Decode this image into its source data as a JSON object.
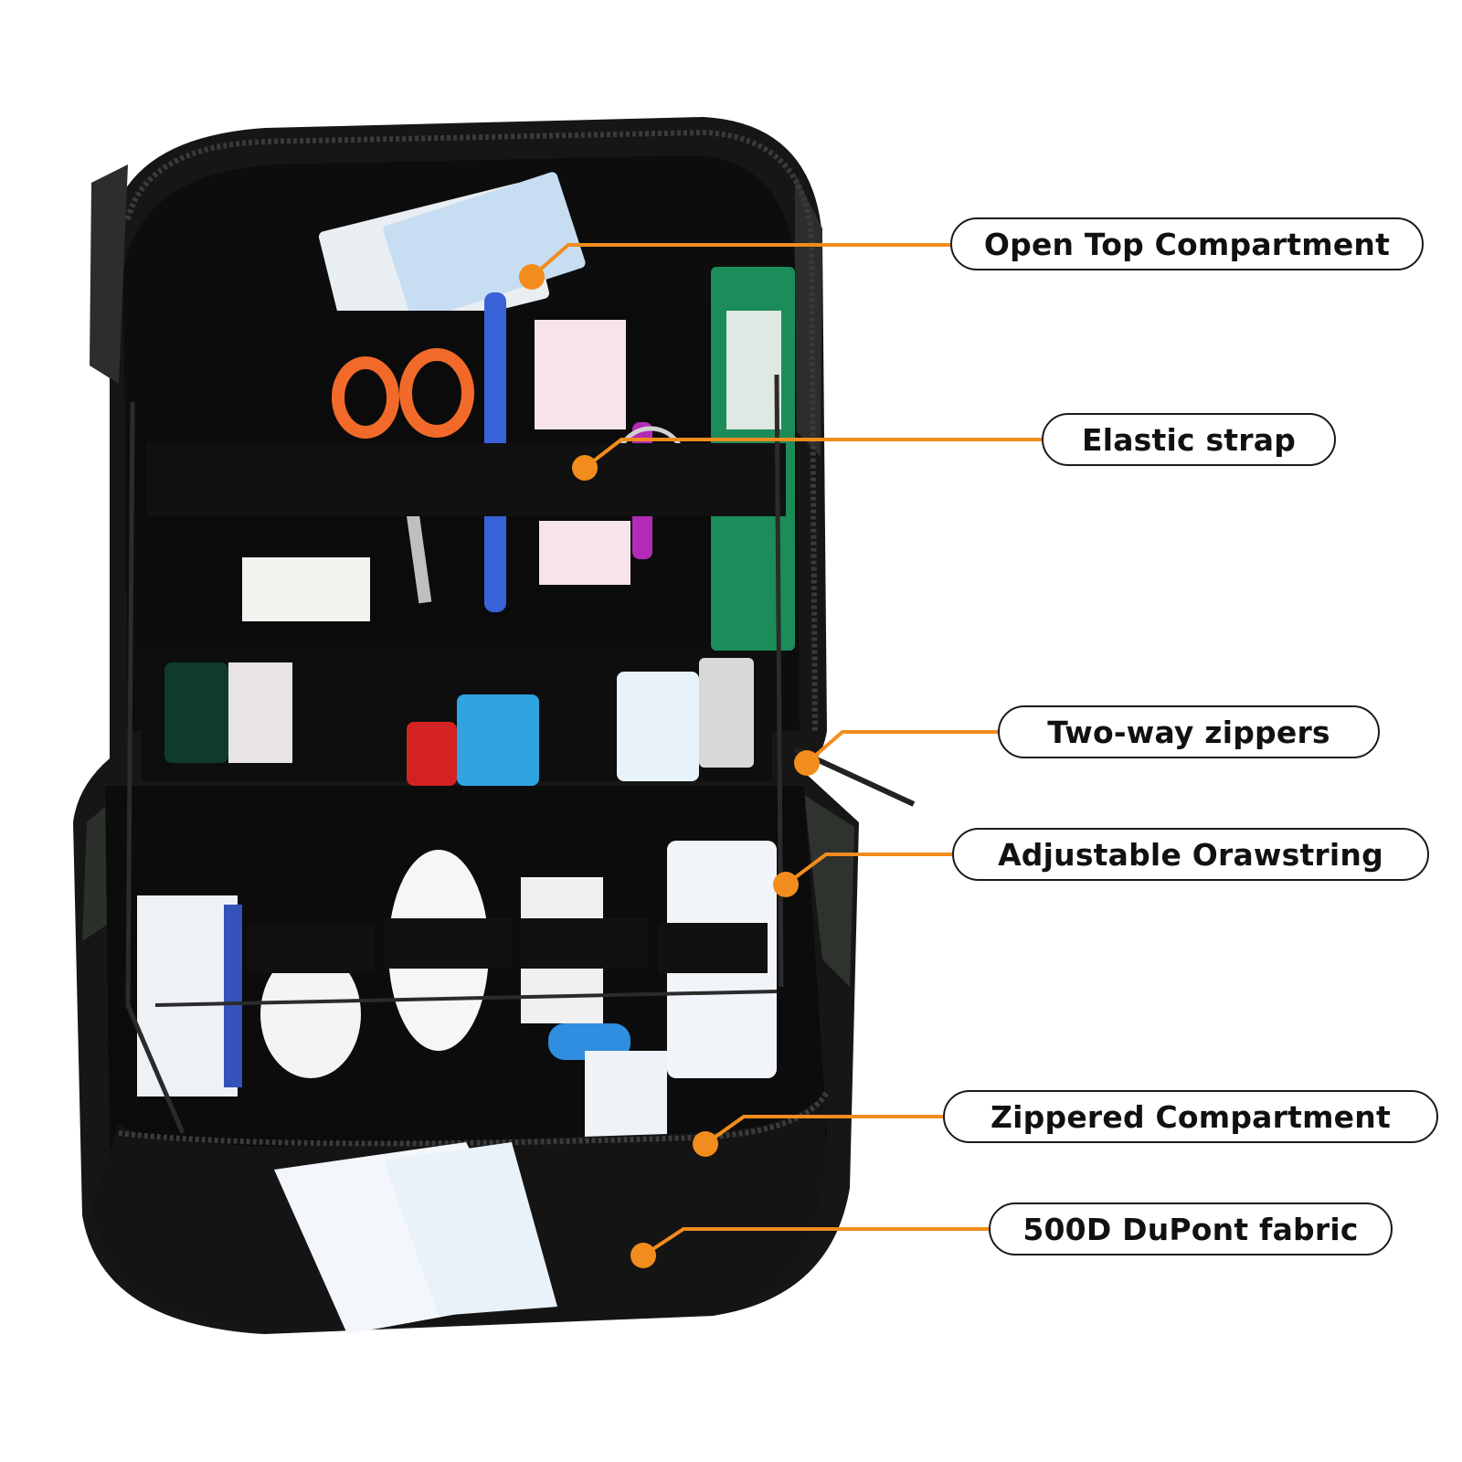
{
  "accent_color": "#f28c1c",
  "callouts": [
    {
      "id": "open-top-compartment",
      "label": "Open Top Compartment"
    },
    {
      "id": "elastic-strap",
      "label": "Elastic strap"
    },
    {
      "id": "two-way-zippers",
      "label": "Two-way zippers"
    },
    {
      "id": "adjustable-drawstring",
      "label": "Adjustable Orawstring"
    },
    {
      "id": "zippered-compartment",
      "label": "Zippered Compartment"
    },
    {
      "id": "fabric",
      "label": "500D DuPont fabric"
    }
  ],
  "product": {
    "name_icon": "tactical-first-aid-pouch",
    "body_color": "#151515",
    "camo_color": "#2b2e2a"
  }
}
